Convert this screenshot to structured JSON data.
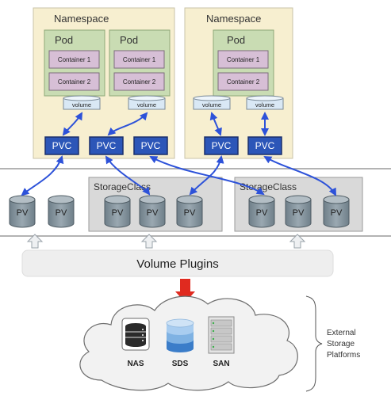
{
  "namespaces": [
    "Namespace",
    "Namespace"
  ],
  "pods": [
    "Pod",
    "Pod",
    "Pod"
  ],
  "containers": [
    "Container 1",
    "Container 2"
  ],
  "volume_label": "volume",
  "pvc_label": "PVC",
  "pv_label": "PV",
  "storage_classes": [
    "StorageClass",
    "StorageClass"
  ],
  "plugins_label": "Volume Plugins",
  "storage_types": [
    "NAS",
    "SDS",
    "SAN"
  ],
  "platforms_label": [
    "External",
    "Storage",
    "Platforms"
  ],
  "colors": {
    "namespace_fill": "#f7efd0",
    "pod_fill": "#c9dcb3",
    "container_fill": "#d7bfd6",
    "volume_fill": "#d9e8f5",
    "pvc_fill": "#2c56b8",
    "pv_fill": "#8c9ba5",
    "storageclass_fill": "#d9d9d9",
    "arrow": "#2d52d9",
    "plugin_arrow": "#e02a1f"
  }
}
